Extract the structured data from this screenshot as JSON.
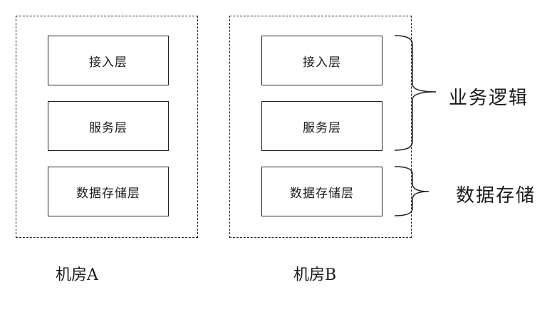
{
  "rooms": [
    {
      "name": "机房A",
      "layers": [
        "接入层",
        "服务层",
        "数据存储层"
      ]
    },
    {
      "name": "机房B",
      "layers": [
        "接入层",
        "服务层",
        "数据存储层"
      ]
    }
  ],
  "groups": {
    "logic": "业务逻辑",
    "storage": "数据存储"
  }
}
